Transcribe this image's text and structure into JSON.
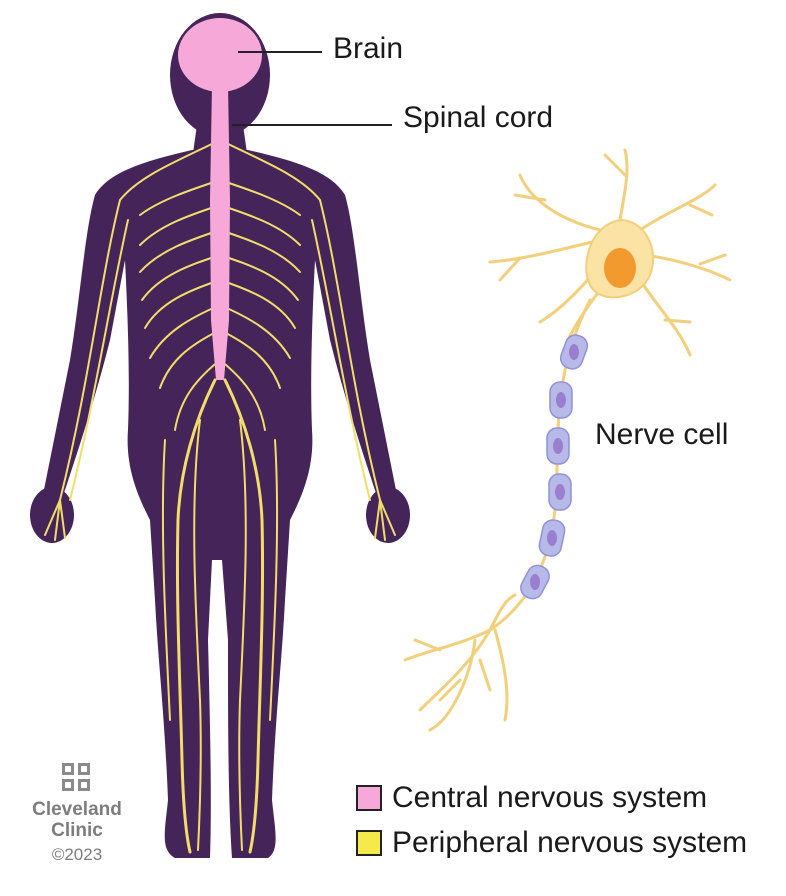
{
  "labels": {
    "brain": "Brain",
    "spinal_cord": "Spinal cord",
    "nerve_cell": "Nerve cell"
  },
  "legend": [
    {
      "label": "Central nervous system",
      "color": "#f6a8d9"
    },
    {
      "label": "Peripheral nervous system",
      "color": "#f6e94a"
    }
  ],
  "branding": {
    "name_line1": "Cleveland",
    "name_line2": "Clinic",
    "copyright": "©2023"
  },
  "colors": {
    "body": "#442459",
    "nerves": "#f3dd6a",
    "cns": "#f6a8d9",
    "neuron": "#fbe3a6",
    "nucleus": "#f29a2e",
    "myelin": "#b7b9e8"
  }
}
